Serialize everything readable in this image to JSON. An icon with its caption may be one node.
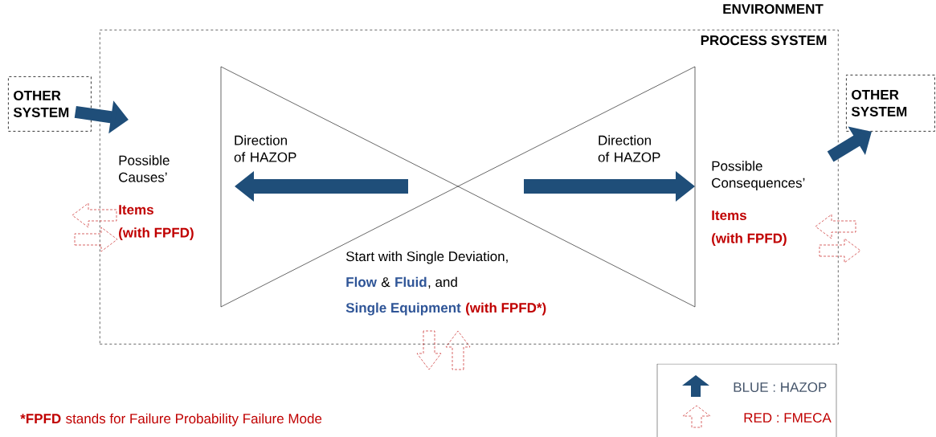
{
  "diagram": {
    "nodes": [
      {
        "text": [
          "OTHER SYSTEM"
        ]
      },
      {
        "text": [
          "OTHER SYSTEM"
        ]
      },
      {
        "text": [
          "PROCESS SYSTEM"
        ]
      },
      {
        "text": [
          "Direction of HAZOP"
        ],
        "in": 2
      },
      {
        "text": [
          "Direction of HAZOP"
        ],
        "in": 2
      }
    ],
    "edges": [
      {
        "from": 0,
        "to": 2,
        "arrow": "to"
      },
      {
        "from": 2,
        "to": 1,
        "arrow": "to"
      }
    ],
    "labels": [
      "ENVIRONMENT",
      "Possible Causes’",
      "Items",
      "(with FPFD)",
      "Possible Consequences’",
      "Items",
      "(with FPFD)",
      "Start with Single Deviation,",
      "Flow",
      "&",
      "Fluid",
      ", and",
      "Single Equipment",
      "(with FPFD*)",
      "*FPFD",
      "stands for Failure Probability Failure Mode"
    ],
    "legend": [
      {
        "text": "BLUE : HAZOP"
      },
      {
        "text": "RED : FMECA"
      }
    ]
  }
}
